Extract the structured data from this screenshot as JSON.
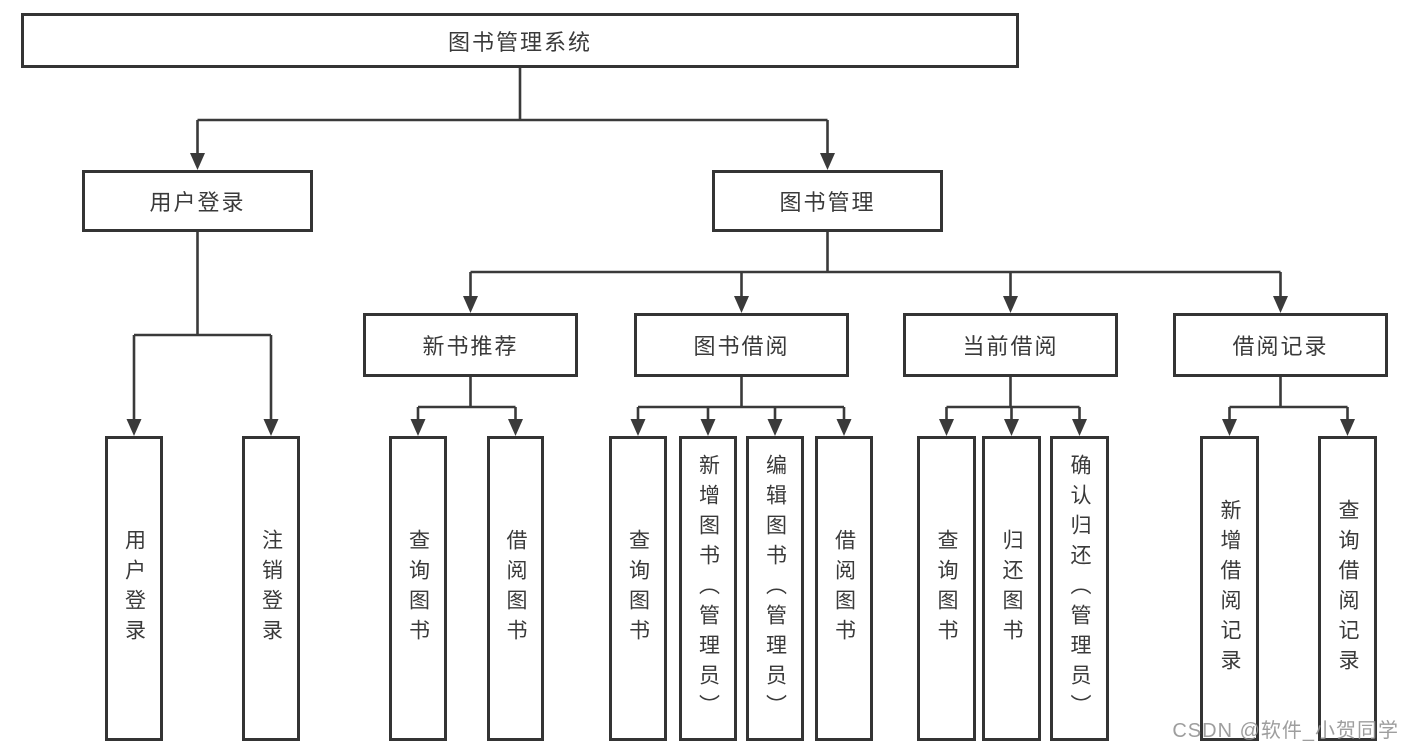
{
  "diagram": {
    "tree": {
      "label": "图书管理系统",
      "children": [
        {
          "label": "用户登录",
          "children": [
            {
              "label": "用户登录"
            },
            {
              "label": "注销登录"
            }
          ]
        },
        {
          "label": "图书管理",
          "children": [
            {
              "label": "新书推荐",
              "children": [
                {
                  "label": "查询图书"
                },
                {
                  "label": "借阅图书"
                }
              ]
            },
            {
              "label": "图书借阅",
              "children": [
                {
                  "label": "查询图书"
                },
                {
                  "label": "新增图书（管理员）"
                },
                {
                  "label": "编辑图书（管理员）"
                },
                {
                  "label": "借阅图书"
                }
              ]
            },
            {
              "label": "当前借阅",
              "children": [
                {
                  "label": "查询图书"
                },
                {
                  "label": "归还图书"
                },
                {
                  "label": "确认归还（管理员）"
                }
              ]
            },
            {
              "label": "借阅记录",
              "children": [
                {
                  "label": "新增借阅记录"
                },
                {
                  "label": "查询借阅记录"
                }
              ]
            }
          ]
        }
      ]
    },
    "line_color": "#3a3a3a",
    "watermark": "CSDN @软件_小贺同学"
  }
}
